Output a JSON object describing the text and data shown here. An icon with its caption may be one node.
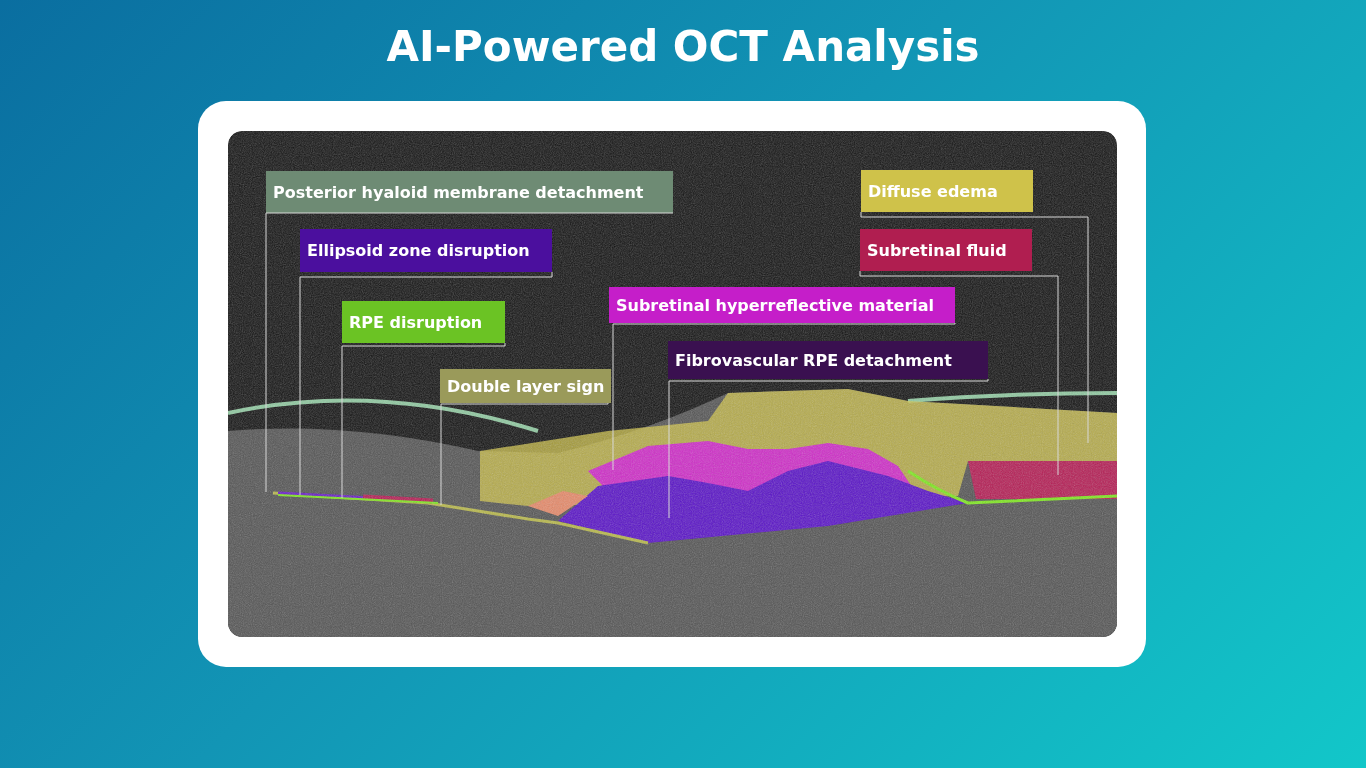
{
  "diagram": {
    "title": "AI-Powered OCT Analysis",
    "nodes": [
      {
        "text": [
          "Posterior hyaloid membrane detachment"
        ]
      },
      {
        "text": [
          "Ellipsoid zone disruption"
        ]
      },
      {
        "text": [
          "RPE disruption"
        ]
      },
      {
        "text": [
          "Double layer sign"
        ]
      },
      {
        "text": [
          "Subretinal hyperreflective material"
        ]
      },
      {
        "text": [
          "Fibrovascular RPE detachment"
        ]
      },
      {
        "text": [
          "Diffuse edema"
        ]
      },
      {
        "text": [
          "Subretinal fluid"
        ]
      }
    ],
    "edges": [
      {
        "from": 0,
        "to": null,
        "arrow": "none"
      },
      {
        "from": 1,
        "to": null,
        "arrow": "none"
      },
      {
        "from": 2,
        "to": null,
        "arrow": "none"
      },
      {
        "from": 3,
        "to": null,
        "arrow": "none"
      },
      {
        "from": 4,
        "to": null,
        "arrow": "none"
      },
      {
        "from": 5,
        "to": null,
        "arrow": "none"
      },
      {
        "from": 6,
        "to": null,
        "arrow": "none"
      },
      {
        "from": 7,
        "to": null,
        "arrow": "none"
      }
    ]
  }
}
